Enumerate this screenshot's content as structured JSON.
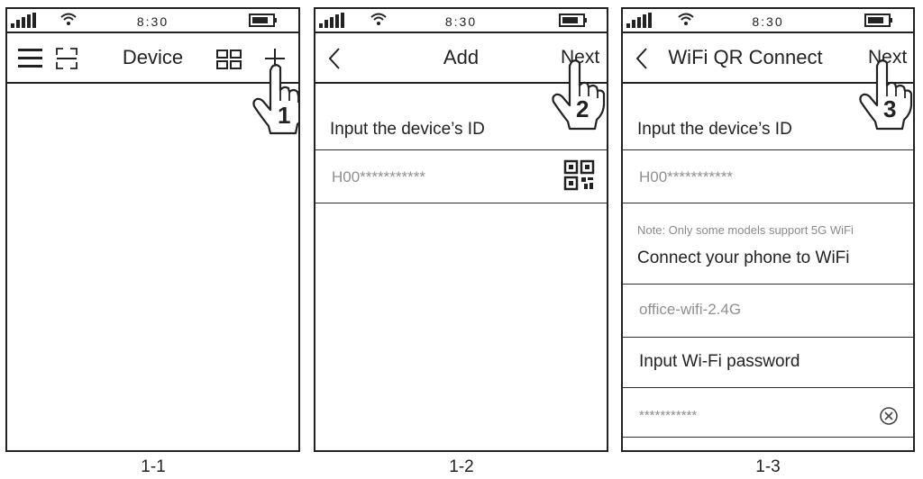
{
  "status_bar": {
    "time": "8:30"
  },
  "screen1": {
    "title": "Device",
    "step": "1",
    "caption": "1-1"
  },
  "screen2": {
    "title": "Add",
    "next_label": "Next",
    "step": "2",
    "device_id_label": "Input the device’s ID",
    "device_id_value": "H00***********",
    "caption": "1-2"
  },
  "screen3": {
    "title": "WiFi QR Connect",
    "next_label": "Next",
    "step": "3",
    "device_id_label": "Input the device’s ID",
    "device_id_value": "H00***********",
    "note": "Note: Only some models support 5G WiFi",
    "wifi_label": "Connect your phone to WiFi",
    "wifi_value": "office-wifi-2.4G",
    "password_label": "Input Wi-Fi password",
    "password_value": "***********",
    "caption": "1-3"
  }
}
